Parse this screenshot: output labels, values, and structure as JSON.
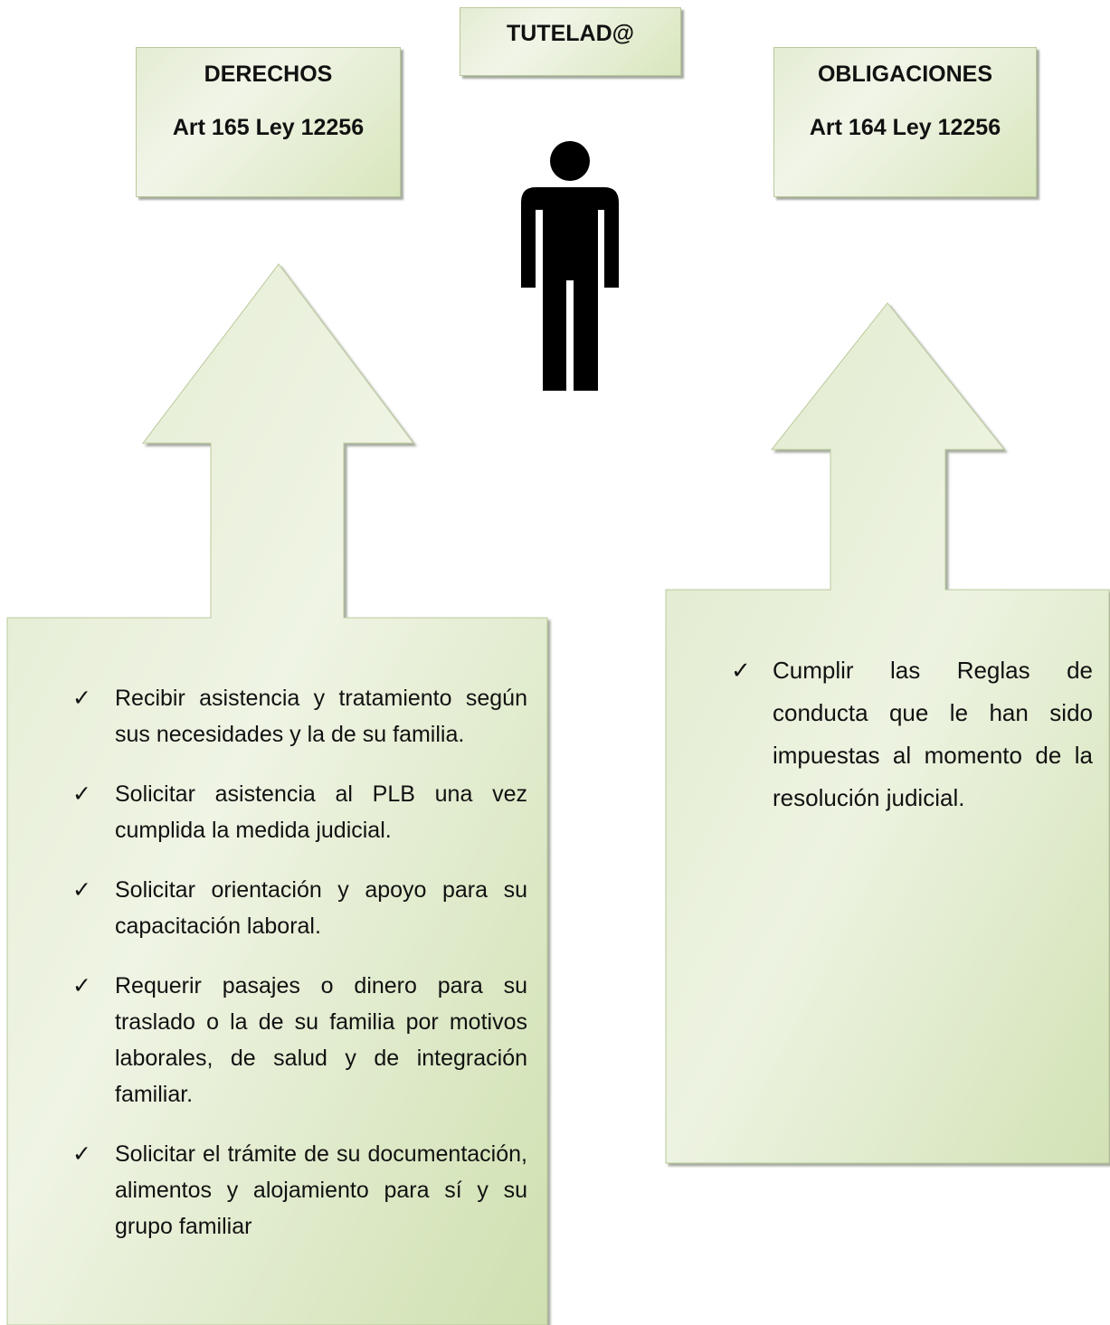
{
  "title": "TUTELAD@",
  "rights": {
    "heading": "DERECHOS",
    "article": "Art 165 Ley 12256",
    "items": [
      "Recibir asistencia y tratamiento según sus necesidades y la de su familia.",
      "Solicitar asistencia al PLB una vez cumplida la medida judicial.",
      "Solicitar orientación y apoyo para su capacitación laboral.",
      "Requerir pasajes o dinero para su traslado o la de su familia por motivos laborales, de salud y de integración familiar.",
      "Solicitar el trámite de su documentación, alimentos y alojamiento para sí y su grupo familiar"
    ]
  },
  "obligations": {
    "heading": "OBLIGACIONES",
    "article": "Art 164 Ley 12256",
    "items": [
      "Cumplir las Reglas de conducta que le han sido impuestas al momento de la resolución judicial."
    ]
  },
  "colors": {
    "box_fill": "#e4ecd3",
    "box_border": "#b9c99a",
    "person": "#000000"
  },
  "icons": {
    "check": "check-icon",
    "person": "person-icon"
  }
}
